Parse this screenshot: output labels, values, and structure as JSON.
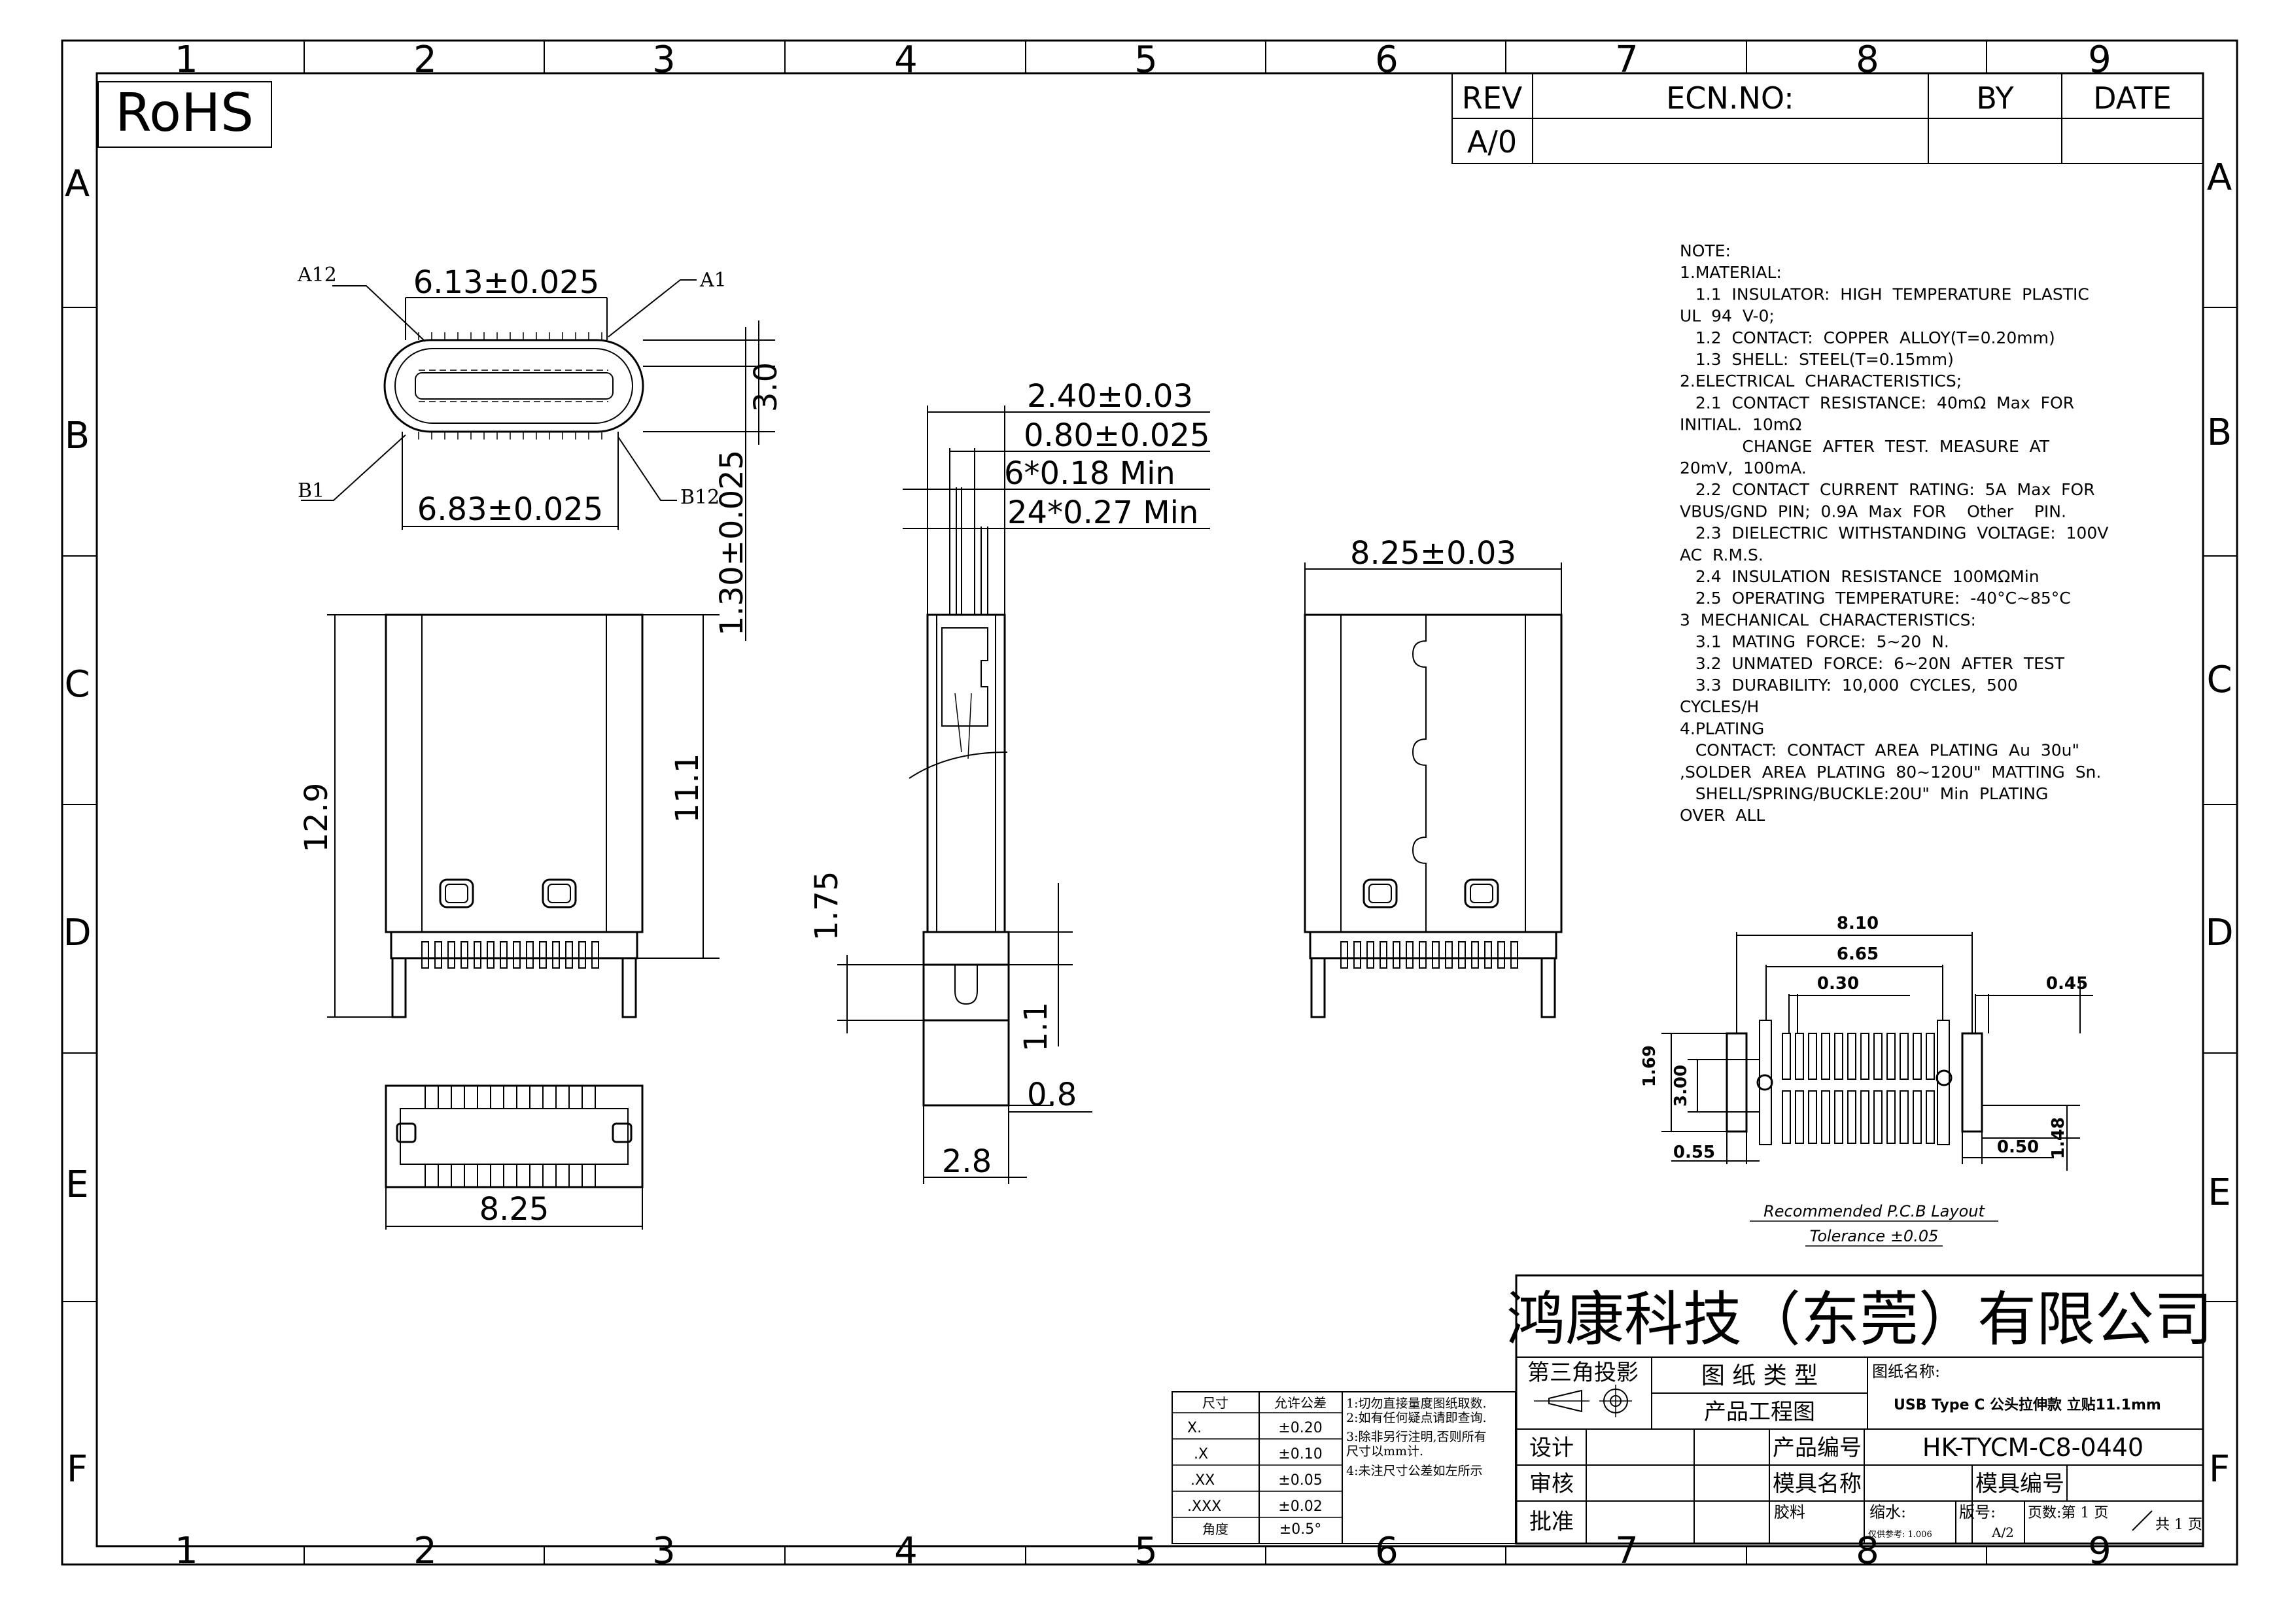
{
  "zones": {
    "columns": [
      "1",
      "2",
      "3",
      "4",
      "5",
      "6",
      "7",
      "8",
      "9"
    ],
    "rows": [
      "A",
      "B",
      "C",
      "D",
      "E",
      "F"
    ]
  },
  "rohs": "RoHS",
  "revision": {
    "rev_header": "REV",
    "ecn_header": "ECN.NO:",
    "by_header": "BY",
    "date_header": "DATE",
    "rev_value": "A/0"
  },
  "top_view": {
    "label_a12": "A12",
    "label_a1": "A1",
    "label_b1": "B1",
    "label_b12": "B12",
    "dim_width_top": "6.13±0.025",
    "dim_width_bottom": "6.83±0.025",
    "dim_height": "3.0",
    "dim_offset": "1.30±0.025"
  },
  "front_view": {
    "dim_height_total": "12.9",
    "dim_height_body": "11.1"
  },
  "bottom_view": {
    "dim_width": "8.25"
  },
  "side_view": {
    "dim_1": "2.40±0.03",
    "dim_2": "0.80±0.025",
    "dim_3": "6*0.18  Min",
    "dim_4": "24*0.27  Min",
    "dim_5": "1.75",
    "dim_6": "1.1",
    "dim_7": "0.8",
    "dim_8": "2.8"
  },
  "rear_view": {
    "dim_width": "8.25±0.03"
  },
  "notes": [
    "NOTE:",
    "1.MATERIAL:",
    "   1.1  INSULATOR:  HIGH  TEMPERATURE  PLASTIC",
    "UL  94  V-0;",
    "   1.2  CONTACT:  COPPER  ALLOY(T=0.20mm)",
    "   1.3  SHELL:  STEEL(T=0.15mm)",
    "2.ELECTRICAL  CHARACTERISTICS;",
    "   2.1  CONTACT  RESISTANCE:  40mΩ  Max  FOR",
    "INITIAL.  10mΩ",
    "            CHANGE  AFTER  TEST.  MEASURE  AT",
    "20mV,  100mA.",
    "   2.2  CONTACT  CURRENT  RATING:  5A  Max  FOR",
    "VBUS/GND  PIN;  0.9A  Max  FOR    Other    PIN.",
    "   2.3  DIELECTRIC  WITHSTANDING  VOLTAGE:  100V",
    "AC  R.M.S.",
    "   2.4  INSULATION  RESISTANCE  100MΩMin",
    "   2.5  OPERATING  TEMPERATURE:  -40°C~85°C",
    "3  MECHANICAL  CHARACTERISTICS:",
    "   3.1  MATING  FORCE:  5~20  N.",
    "   3.2  UNMATED  FORCE:  6~20N  AFTER  TEST",
    "   3.3  DURABILITY:  10,000  CYCLES,  500",
    "CYCLES/H",
    "4.PLATING",
    "   CONTACT:  CONTACT  AREA  PLATING  Au  30u\"",
    ",SOLDER  AREA  PLATING  80~120U\"  MATTING  Sn.",
    "   SHELL/SPRING/BUCKLE:20U\"  Min  PLATING",
    "OVER  ALL"
  ],
  "pcb": {
    "dim_810": "8.10",
    "dim_665": "6.65",
    "dim_030": "0.30",
    "dim_045": "0.45",
    "dim_169": "1.69",
    "dim_300": "3.00",
    "dim_055": "0.55",
    "dim_050": "0.50",
    "dim_148": "1.48",
    "caption": "Recommended  P.C.B  Layout",
    "tolerance": "Tolerance  ±0.05"
  },
  "tolerance_table": {
    "header_size": "尺寸",
    "header_tol": "允许公差",
    "rows": [
      {
        "size": "X.",
        "tol": "±0.20"
      },
      {
        "size": ".X",
        "tol": "±0.10"
      },
      {
        "size": ".XX",
        "tol": "±0.05"
      },
      {
        "size": ".XXX",
        "tol": "±0.02"
      },
      {
        "size": "角度",
        "tol": "±0.5°"
      }
    ],
    "notes": [
      "1:切勿直接量度图纸取数.",
      "2:如有任何疑点请即查询.",
      "3:除非另行注明,否则所有",
      "   尺寸以mm计.",
      "4:未注尺寸公差如左所示"
    ]
  },
  "title_block": {
    "company": "鸿康科技（东莞）有限公司",
    "projection": "第三角投影",
    "drawing_type_label": "图 纸 类 型",
    "drawing_type_value": "产品工程图",
    "drawing_name_label": "图纸名称:",
    "drawing_name_value": "USB Type C 公头拉伸款 立贴11.1mm",
    "design": "设计",
    "review": "审核",
    "approve": "批准",
    "product_no_label": "产品编号",
    "product_no_value": "HK-TYCM-C8-0440",
    "mold_name_label": "模具名称",
    "mold_no_label": "模具编号",
    "glue_label": "胶料",
    "scale_label": "缩水:",
    "scale_note": "仅供参考: 1.006",
    "version_label": "版号:",
    "version_value": "A/2",
    "page_label": "页数:第 1 页",
    "total_label": "共 1 页"
  }
}
